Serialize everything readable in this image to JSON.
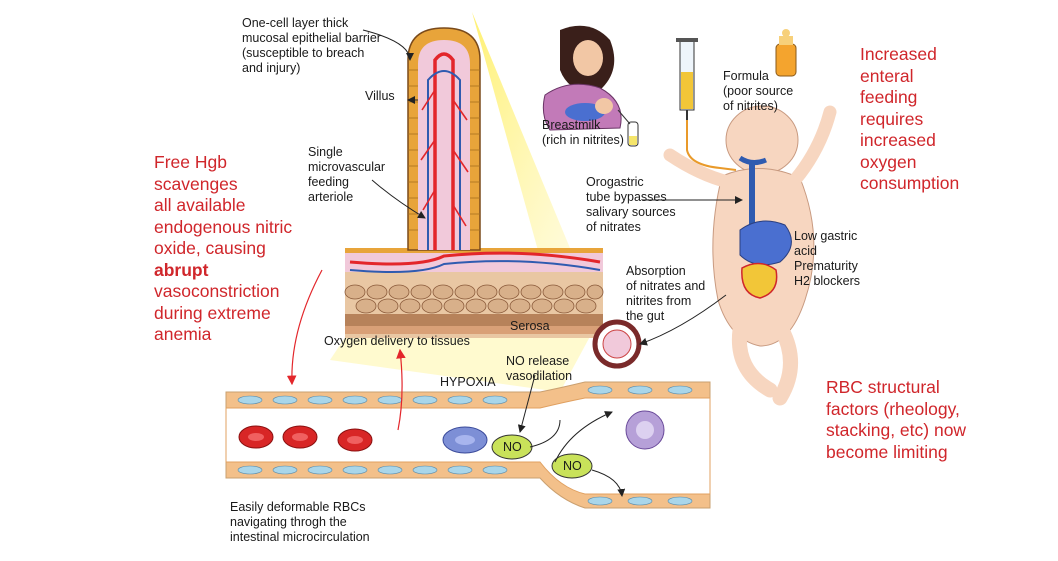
{
  "labels": {
    "epithelial_barrier": "One-cell layer thick\nmucosal epithelial barrier\n(susceptible to breach\nand injury)",
    "villus": "Villus",
    "arteriole": "Single\nmicrovascular\nfeeding\narteriole",
    "serosa": "Serosa",
    "oxygen_delivery": "Oxygen delivery to tissues",
    "breastmilk": "Breastmilk\n(rich in nitrites)",
    "formula": "Formula\n(poor source\nof nitrites)",
    "orogastric": "Orogastric\ntube bypasses\nsalivary sources\nof nitrates",
    "absorption": "Absorption\nof nitrates and\nnitrites from\nthe gut",
    "low_gastric": "Low gastric\nacid\nPrematurity\nH2 blockers",
    "hypoxia": "HYPOXIA",
    "no_release": "NO release\nvasodilation",
    "no_1": "NO",
    "no_2": "NO",
    "easily_deformable": "Easily deformable RBCs\nnavigating throgh the\nintestinal microcirculation"
  },
  "callouts": {
    "free_hgb_before": "Free Hgb\nscavenges\nall available\nendogenous nitric\noxide, causing",
    "free_hgb_bold": "abrupt",
    "free_hgb_after": "vasoconstriction\nduring extreme\nanemia",
    "increased_feeding": "Increased\nenteral\nfeeding\nrequires\nincreased\noxygen\nconsumption",
    "rbc_structural": "RBC structural\nfactors (rheology,\nstacking, etc) now\nbecome limiting"
  },
  "colors": {
    "callout_red": "#d0262b",
    "artery_red": "#e3262b",
    "vein_blue": "#2f5bb0",
    "villus_gold": "#e8a43a",
    "villus_pink": "#f1c9da",
    "highlight_yellow": "#fff06a",
    "no_green": "#c9e25a",
    "skin": "#f7d6c0"
  }
}
